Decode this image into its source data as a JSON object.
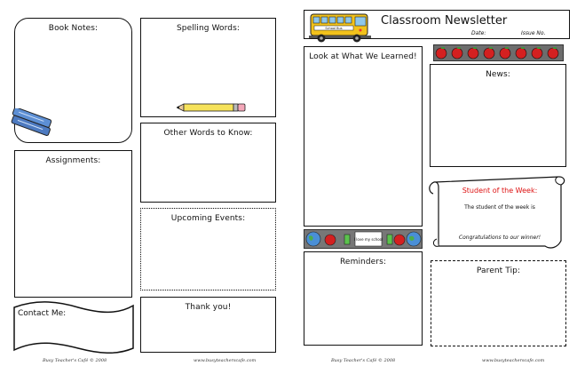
{
  "left_page": {
    "book_notes": "Book Notes:",
    "spelling_words": "Spelling Words:",
    "other_words": "Other Words to Know:",
    "assignments": "Assignments:",
    "upcoming_events": "Upcoming Events:",
    "contact_me": "Contact Me:",
    "thank_you": "Thank you!",
    "footer_left": "Busy Teacher's Café  © 2008",
    "footer_right": "www.busyteacherscafe.com"
  },
  "right_page": {
    "header": {
      "title": "Classroom Newsletter",
      "date_label": "Date:",
      "issue_label": "Issue No.",
      "bus_sign": "School Bus"
    },
    "look_at": "Look at What We Learned!",
    "news": "News:",
    "school_banner": "I love my school",
    "reminders": "Reminders:",
    "student_of_week": {
      "title": "Student of the Week:",
      "text": "The student of the week is",
      "congrats": "Congratulations to our winner!"
    },
    "parent_tip": "Parent Tip:",
    "footer_left": "Busy Teacher's Café  © 2008",
    "footer_right": "www.busyteacherscafe.com"
  },
  "colors": {
    "apple": "#d42020",
    "strip": "#6d6d6d",
    "bus": "#f2c21b",
    "student_title": "#d11111"
  }
}
